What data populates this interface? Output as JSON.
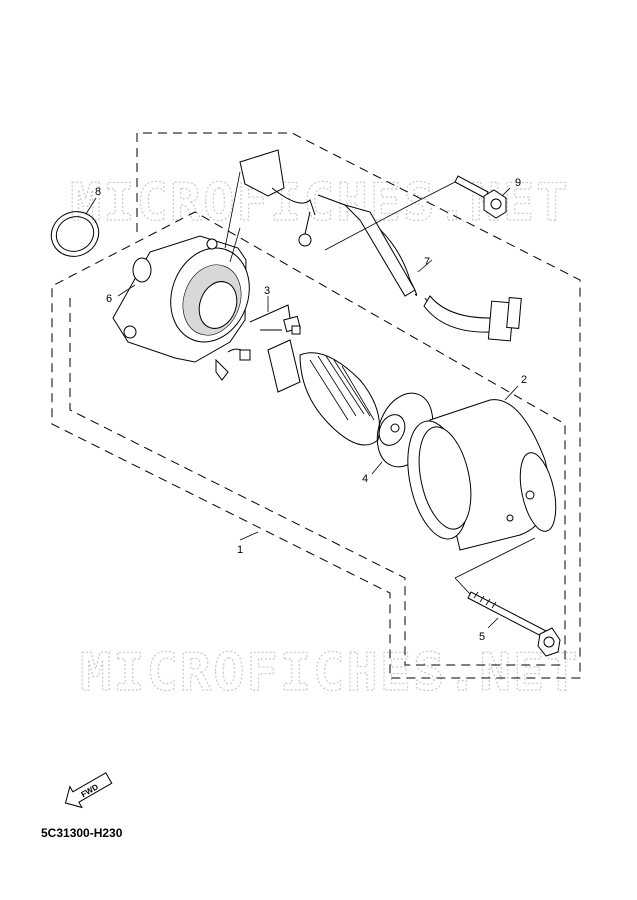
{
  "watermark": [
    "MICROFICHES.NET",
    "MICROFICHES.NET"
  ],
  "parts": [
    {
      "id": "part-1",
      "number": "1"
    },
    {
      "id": "part-2",
      "number": "2"
    },
    {
      "id": "part-3",
      "number": "3"
    },
    {
      "id": "part-4",
      "number": "4"
    },
    {
      "id": "part-5",
      "number": "5"
    },
    {
      "id": "part-6",
      "number": "6"
    },
    {
      "id": "part-7",
      "number": "7"
    },
    {
      "id": "part-8",
      "number": "8"
    },
    {
      "id": "part-9",
      "number": "9"
    }
  ],
  "fwd_label": "FWD",
  "diagram_code": "5C31300-H230"
}
